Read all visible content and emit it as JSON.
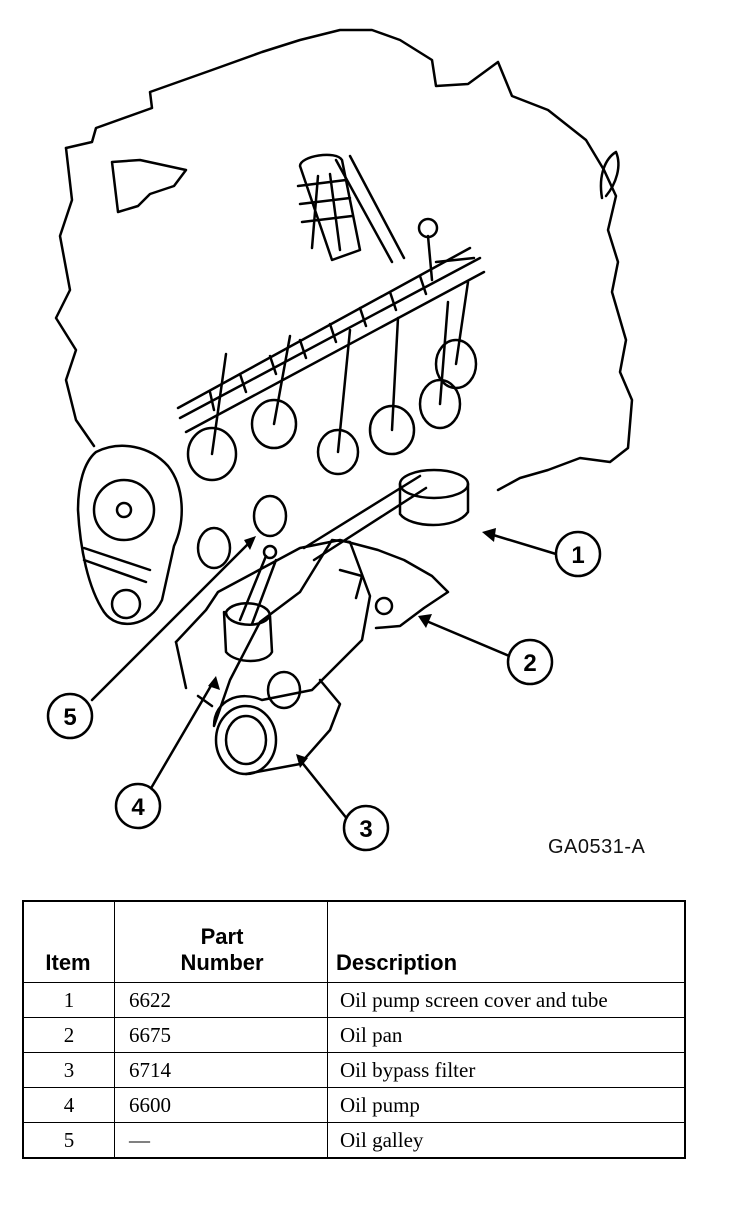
{
  "figure": {
    "id": "GA0531-A",
    "callouts": [
      "1",
      "2",
      "3",
      "4",
      "5"
    ]
  },
  "table": {
    "headers": {
      "item": "Item",
      "part_line1": "Part",
      "part_line2": "Number",
      "description": "Description"
    },
    "rows": [
      {
        "item": "1",
        "part": "6622",
        "description": "Oil pump screen cover and tube"
      },
      {
        "item": "2",
        "part": "6675",
        "description": "Oil pan"
      },
      {
        "item": "3",
        "part": "6714",
        "description": "Oil bypass filter"
      },
      {
        "item": "4",
        "part": "6600",
        "description": "Oil pump"
      },
      {
        "item": "5",
        "part": "—",
        "description": "Oil galley"
      }
    ]
  }
}
